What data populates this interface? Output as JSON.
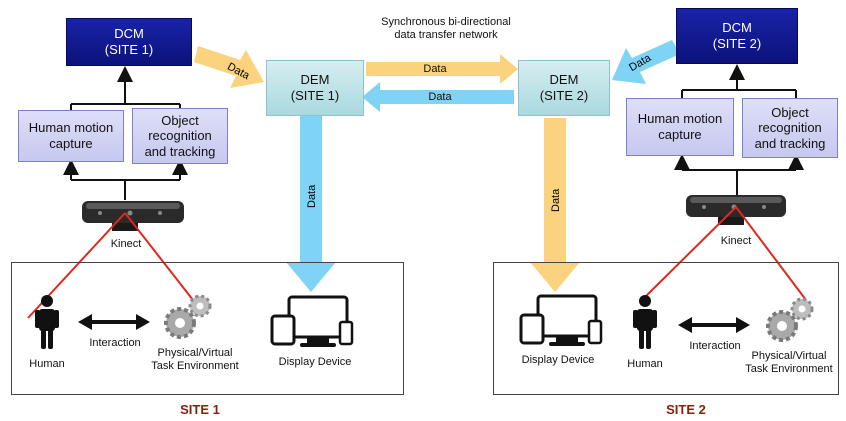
{
  "network_label": [
    "Synchronous bi-directional",
    "data transfer network"
  ],
  "site1": {
    "dcm": [
      "DCM",
      "(SITE 1)"
    ],
    "dem": [
      "DEM",
      "(SITE 1)"
    ],
    "motion_capture": [
      "Human motion",
      "capture"
    ],
    "object_tracking": [
      "Object",
      "recognition",
      "and tracking"
    ],
    "sensor": "Kinect",
    "human": "Human",
    "interaction": "Interaction",
    "task_env": [
      "Physical/Virtual",
      "Task Environment"
    ],
    "display": "Display Device",
    "title": "SITE 1"
  },
  "site2": {
    "dcm": [
      "DCM",
      "(SITE 2)"
    ],
    "dem": [
      "DEM",
      "(SITE 2)"
    ],
    "motion_capture": [
      "Human motion",
      "capture"
    ],
    "object_tracking": [
      "Object",
      "recognition",
      "and tracking"
    ],
    "sensor": "Kinect",
    "human": "Human",
    "interaction": "Interaction",
    "task_env": [
      "Physical/Virtual",
      "Task Environment"
    ],
    "display": "Display Device",
    "title": "SITE 2"
  },
  "arrows": {
    "dcm1_to_dem1": "Data",
    "dem1_to_dem2": "Data",
    "dem2_to_dem1": "Data",
    "dcm2_to_dem2": "Data",
    "dem1_to_display": "Data",
    "dem2_to_display": "Data"
  },
  "colors": {
    "dcm_box": "#0f1690",
    "dem_box": "#bfe3e8",
    "module_box": "#d2d4f3",
    "orange_arrow": "#fbd27e",
    "blue_arrow": "#7fd3f4",
    "kinect_line": "#e0281c",
    "site_title": "#8b1e0e"
  }
}
